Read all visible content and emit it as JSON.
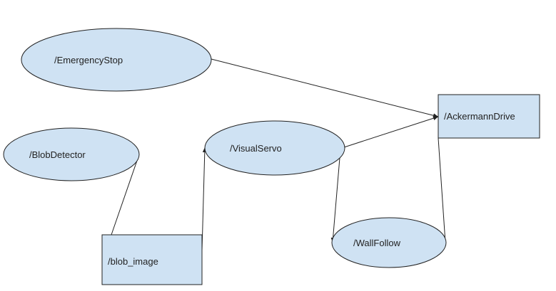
{
  "nodes": {
    "emergency_stop": {
      "label": "/EmergencyStop",
      "shape": "ellipse"
    },
    "blob_detector": {
      "label": "/BlobDetector",
      "shape": "ellipse"
    },
    "visual_servo": {
      "label": "/VisualServo",
      "shape": "ellipse"
    },
    "wall_follow": {
      "label": "/WallFollow",
      "shape": "ellipse"
    },
    "ackermann_drive": {
      "label": "/AckermannDrive",
      "shape": "rectangle"
    },
    "blob_image": {
      "label": "/blob_image",
      "shape": "rectangle"
    }
  },
  "edges": [
    {
      "from": "emergency_stop",
      "to": "ackermann_drive",
      "arrow": true
    },
    {
      "from": "visual_servo",
      "to": "ackermann_drive",
      "arrow": true
    },
    {
      "from": "blob_detector",
      "to": "blob_image",
      "arrow": false
    },
    {
      "from": "blob_image",
      "to": "visual_servo",
      "arrow": true
    },
    {
      "from": "visual_servo",
      "to": "wall_follow",
      "arrow": true
    },
    {
      "from": "ackermann_drive",
      "to": "wall_follow",
      "arrow": false
    }
  ],
  "colors": {
    "node_fill": "#cfe2f3",
    "stroke": "#222222"
  }
}
